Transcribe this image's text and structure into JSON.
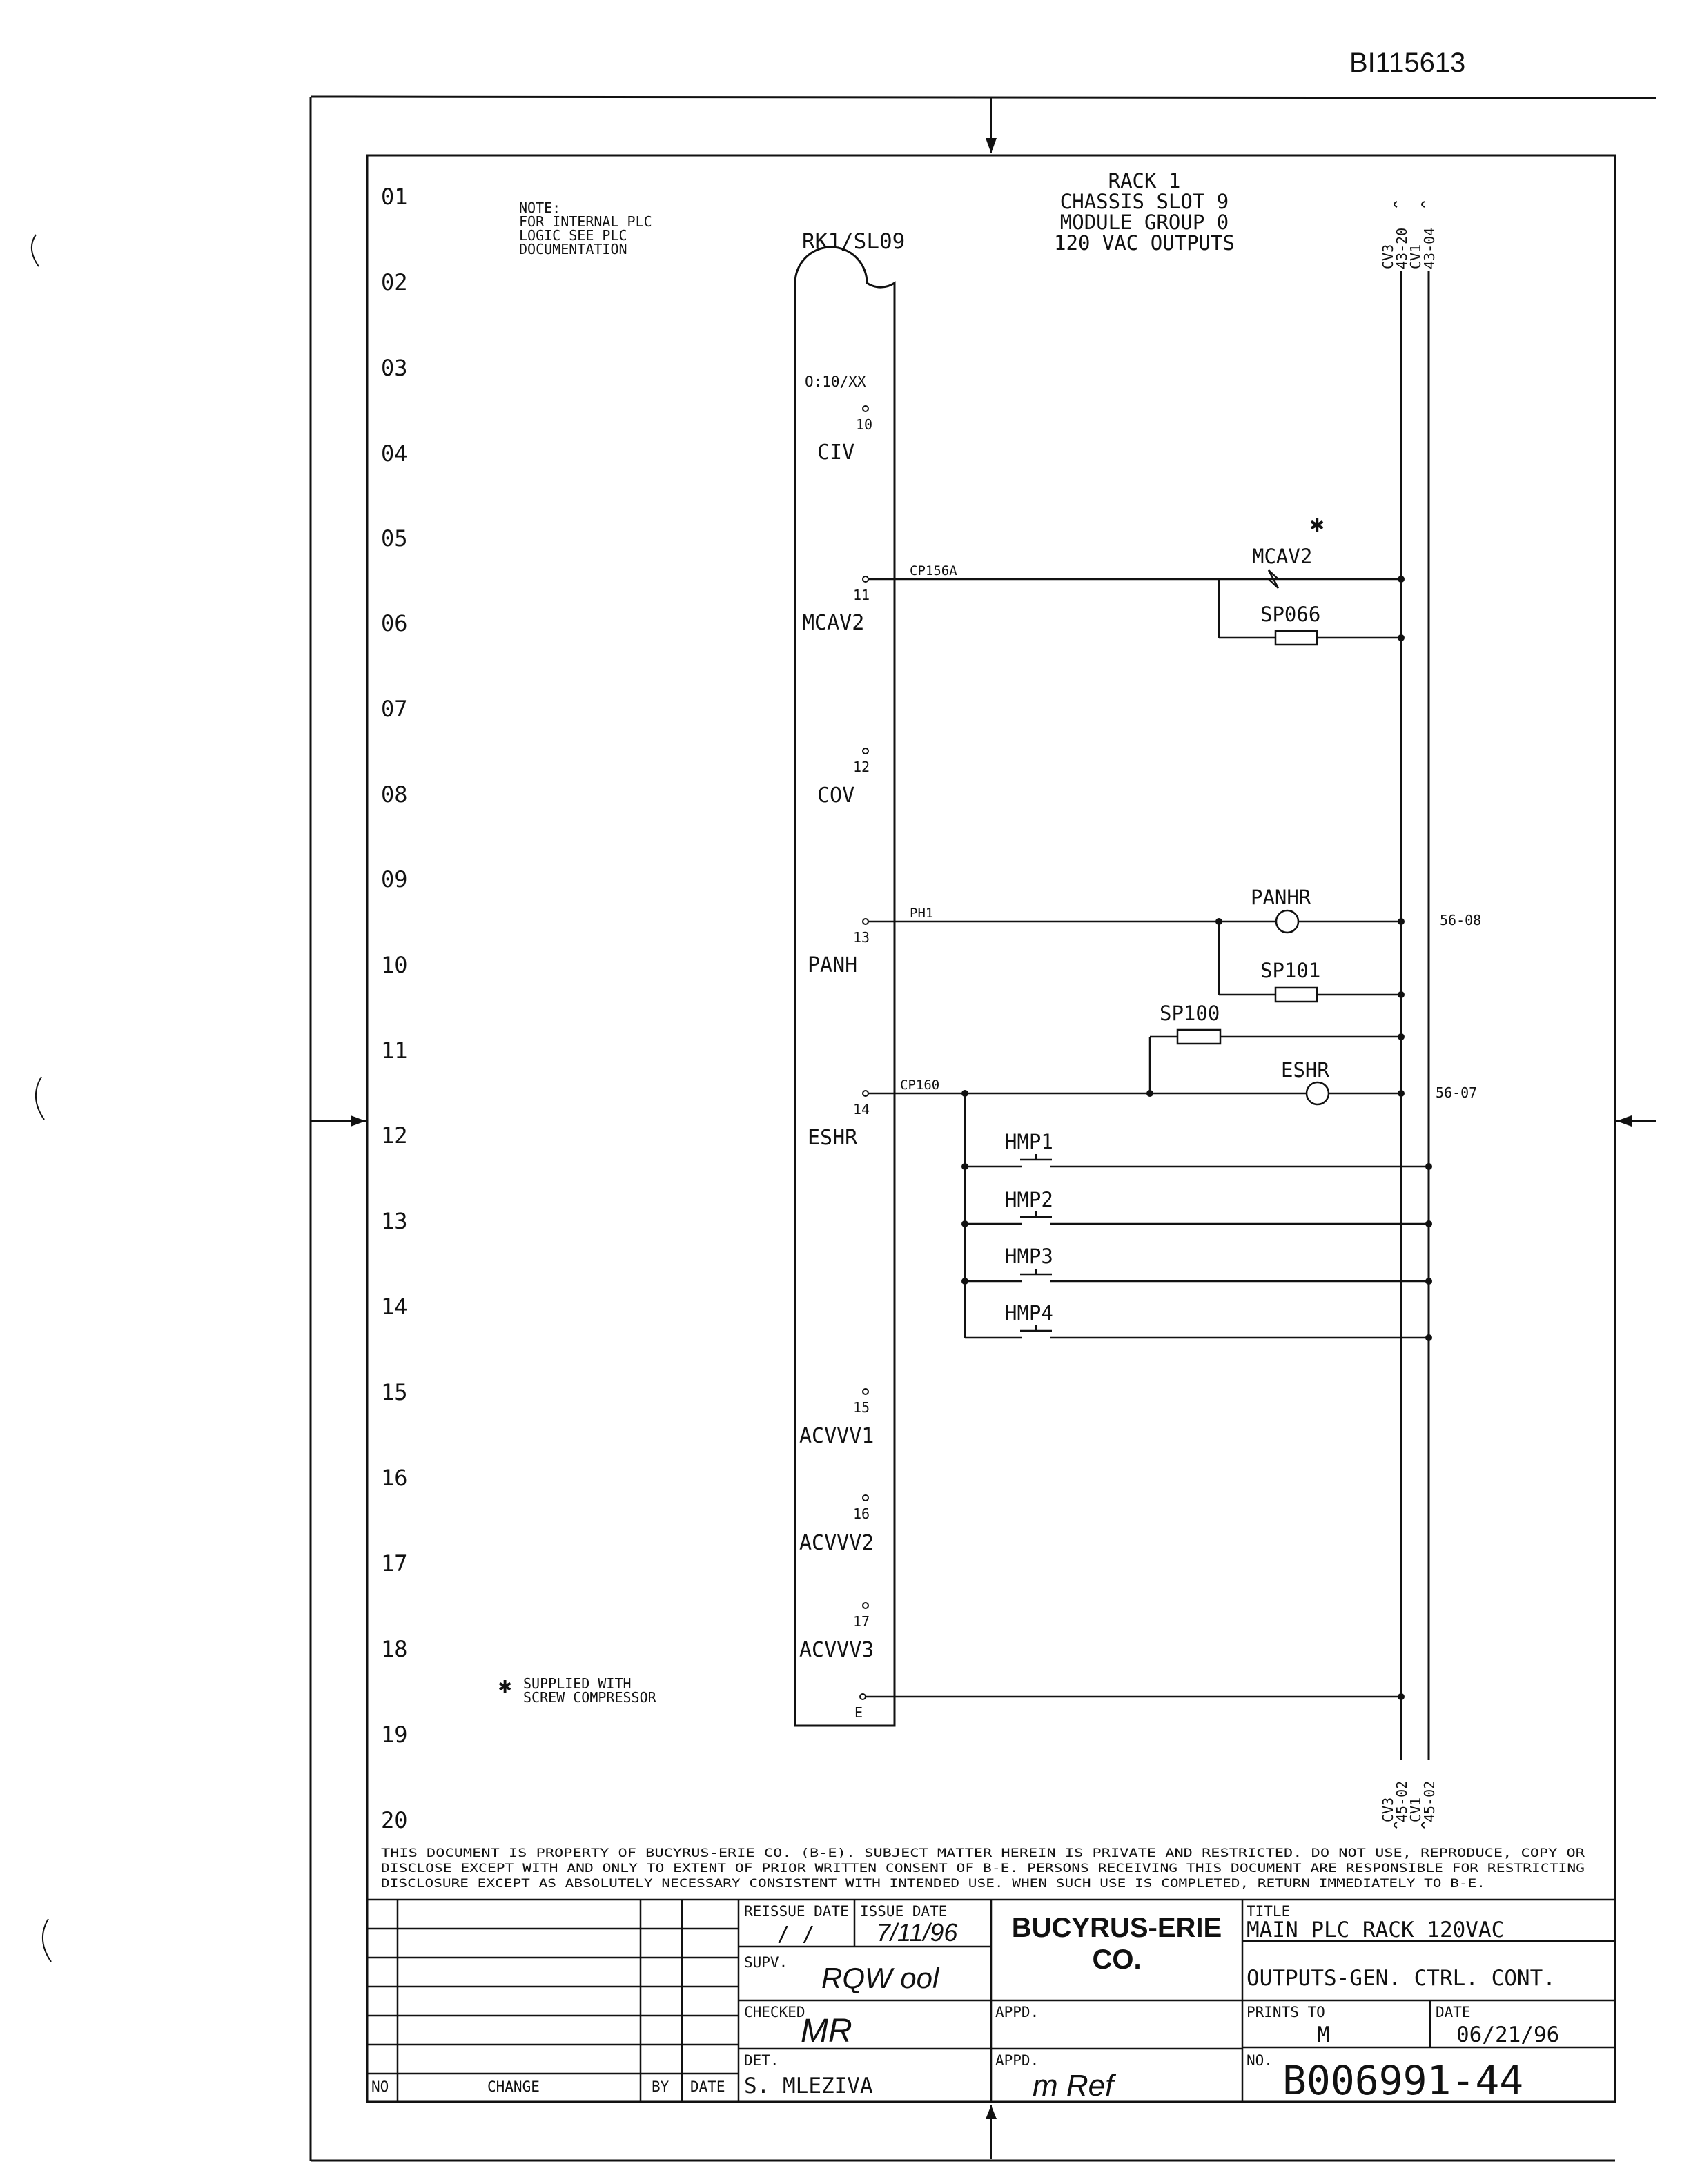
{
  "header": {
    "doc_id": "BI115613"
  },
  "notes": {
    "plc_note": [
      "NOTE:",
      "FOR INTERNAL PLC",
      "LOGIC SEE PLC",
      "DOCUMENTATION"
    ],
    "supplied_note": [
      "SUPPLIED WITH",
      "SCREW COMPRESSOR"
    ],
    "asterisk": "✱"
  },
  "rack_info": [
    "RACK 1",
    "CHASSIS SLOT 9",
    "MODULE GROUP 0",
    "120 VAC OUTPUTS"
  ],
  "module": {
    "label": "RK1/SL09",
    "address": "O:10/XX"
  },
  "row_numbers": [
    "01",
    "02",
    "03",
    "04",
    "05",
    "06",
    "07",
    "08",
    "09",
    "10",
    "11",
    "12",
    "13",
    "14",
    "15",
    "16",
    "17",
    "18",
    "19",
    "20"
  ],
  "outputs": [
    {
      "terminal": "10",
      "name": "CIV"
    },
    {
      "terminal": "11",
      "name": "MCAV2",
      "wire": "CP156A"
    },
    {
      "terminal": "12",
      "name": "COV"
    },
    {
      "terminal": "13",
      "name": "PANH",
      "wire": "PH1"
    },
    {
      "terminal": "14",
      "name": "ESHR",
      "wire": "CP160"
    },
    {
      "terminal": "15",
      "name": "ACVVV1"
    },
    {
      "terminal": "16",
      "name": "ACVVV2"
    },
    {
      "terminal": "17",
      "name": "ACVVV3"
    },
    {
      "terminal": "E",
      "name": ""
    }
  ],
  "components": {
    "mcav2_coil": "MCAV2",
    "sp066": "SP066",
    "panhr": "PANHR",
    "sp101": "SP101",
    "sp100": "SP100",
    "eshr": "ESHR",
    "hmp1": "HMP1",
    "hmp2": "HMP2",
    "hmp3": "HMP3",
    "hmp4": "HMP4"
  },
  "rails": {
    "top_left": [
      "CV3",
      "43-20"
    ],
    "top_right": [
      "CV1",
      "43-04"
    ],
    "bottom_left": [
      "CV3",
      "45-02"
    ],
    "bottom_right": [
      "CV1",
      "45-02"
    ]
  },
  "cross_refs": {
    "panhr": "56-08",
    "eshr": "56-07"
  },
  "disclaimer": [
    "THIS DOCUMENT IS PROPERTY OF BUCYRUS-ERIE CO. (B-E). SUBJECT MATTER HEREIN IS PRIVATE AND RESTRICTED. DO NOT USE, REPRODUCE, COPY OR",
    "DISCLOSE EXCEPT WITH AND ONLY TO EXTENT OF PRIOR WRITTEN CONSENT OF B-E. PERSONS RECEIVING THIS DOCUMENT ARE RESPONSIBLE FOR RESTRICTING",
    "DISCLOSURE EXCEPT AS ABSOLUTELY NECESSARY CONSISTENT WITH INTENDED USE. WHEN SUCH USE IS COMPLETED, RETURN IMMEDIATELY TO B-E."
  ],
  "title_block": {
    "col_no": "NO",
    "col_change": "CHANGE",
    "col_by": "BY",
    "col_date": "DATE",
    "reissue_label": "REISSUE DATE",
    "reissue_value": "/   /",
    "issue_label": "ISSUE DATE",
    "issue_value": "7/11/96",
    "supv_label": "SUPV.",
    "supv_value": "RQW ool",
    "checked_label": "CHECKED",
    "checked_value": "MR",
    "det_label": "DET.",
    "det_value": "S. MLEZIVA",
    "company": [
      "BUCYRUS-ERIE",
      "CO."
    ],
    "appd_label": "APPD.",
    "appd2_label": "APPD.",
    "appd2_value": "m Ref",
    "title_label": "TITLE",
    "title_line1": "MAIN PLC RACK 120VAC",
    "title_line2": "OUTPUTS-GEN. CTRL. CONT.",
    "prints_label": "PRINTS TO",
    "prints_value": "M",
    "date_label": "DATE",
    "date_value": "06/21/96",
    "no_label": "NO.",
    "no_value": "B006991-44"
  }
}
